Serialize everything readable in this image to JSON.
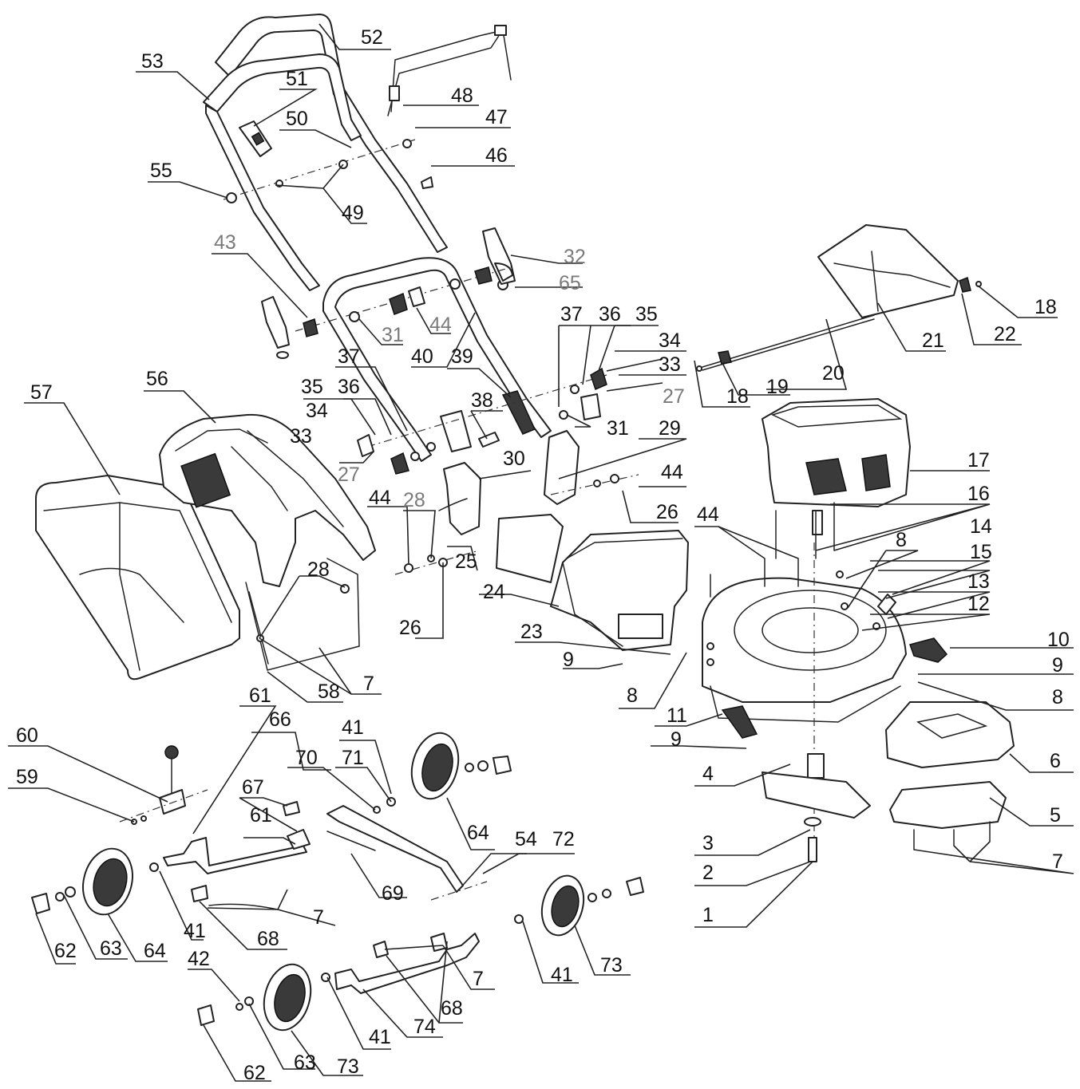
{
  "labels": [
    {
      "id": "l52",
      "text": "52"
    },
    {
      "id": "l53",
      "text": "53"
    },
    {
      "id": "l51",
      "text": "51"
    },
    {
      "id": "l48",
      "text": "48"
    },
    {
      "id": "l50",
      "text": "50"
    },
    {
      "id": "l47",
      "text": "47"
    },
    {
      "id": "l46",
      "text": "46"
    },
    {
      "id": "l55",
      "text": "55"
    },
    {
      "id": "l49",
      "text": "49"
    },
    {
      "id": "l43",
      "text": "43"
    },
    {
      "id": "l32",
      "text": "32"
    },
    {
      "id": "l65",
      "text": "65"
    },
    {
      "id": "l18a",
      "text": "18"
    },
    {
      "id": "l31a",
      "text": "31"
    },
    {
      "id": "l44a",
      "text": "44"
    },
    {
      "id": "l37a",
      "text": "37"
    },
    {
      "id": "l36a",
      "text": "36"
    },
    {
      "id": "l35a",
      "text": "35"
    },
    {
      "id": "l21",
      "text": "21"
    },
    {
      "id": "l22",
      "text": "22"
    },
    {
      "id": "l40",
      "text": "40"
    },
    {
      "id": "l39",
      "text": "39"
    },
    {
      "id": "l37b",
      "text": "37"
    },
    {
      "id": "l34a",
      "text": "34"
    },
    {
      "id": "l33a",
      "text": "33"
    },
    {
      "id": "l56",
      "text": "56"
    },
    {
      "id": "l57",
      "text": "57"
    },
    {
      "id": "l35b",
      "text": "35"
    },
    {
      "id": "l36b",
      "text": "36"
    },
    {
      "id": "l38",
      "text": "38"
    },
    {
      "id": "l27a",
      "text": "27"
    },
    {
      "id": "l18b",
      "text": "18"
    },
    {
      "id": "l19",
      "text": "19"
    },
    {
      "id": "l20",
      "text": "20"
    },
    {
      "id": "l34b",
      "text": "34"
    },
    {
      "id": "l33b",
      "text": "33"
    },
    {
      "id": "l31b",
      "text": "31"
    },
    {
      "id": "l29",
      "text": "29"
    },
    {
      "id": "l17",
      "text": "17"
    },
    {
      "id": "l27b",
      "text": "27"
    },
    {
      "id": "l30",
      "text": "30"
    },
    {
      "id": "l44b",
      "text": "44"
    },
    {
      "id": "l28a",
      "text": "28"
    },
    {
      "id": "l16",
      "text": "16"
    },
    {
      "id": "l44c",
      "text": "44"
    },
    {
      "id": "l26a",
      "text": "26"
    },
    {
      "id": "l44d",
      "text": "44"
    },
    {
      "id": "l25",
      "text": "25"
    },
    {
      "id": "l8a",
      "text": "8"
    },
    {
      "id": "l14",
      "text": "14"
    },
    {
      "id": "l15",
      "text": "15"
    },
    {
      "id": "l28b",
      "text": "28"
    },
    {
      "id": "l24",
      "text": "24"
    },
    {
      "id": "l13",
      "text": "13"
    },
    {
      "id": "l12",
      "text": "12"
    },
    {
      "id": "l26b",
      "text": "26"
    },
    {
      "id": "l23",
      "text": "23"
    },
    {
      "id": "l10",
      "text": "10"
    },
    {
      "id": "l9a",
      "text": "9"
    },
    {
      "id": "l9b",
      "text": "9"
    },
    {
      "id": "l7a",
      "text": "7"
    },
    {
      "id": "l58",
      "text": "58"
    },
    {
      "id": "l8b",
      "text": "8"
    },
    {
      "id": "l8c",
      "text": "8"
    },
    {
      "id": "l61a",
      "text": "61"
    },
    {
      "id": "l11",
      "text": "11"
    },
    {
      "id": "l66",
      "text": "66"
    },
    {
      "id": "l41a",
      "text": "41"
    },
    {
      "id": "l60",
      "text": "60"
    },
    {
      "id": "l9c",
      "text": "9"
    },
    {
      "id": "l70",
      "text": "70"
    },
    {
      "id": "l71",
      "text": "71"
    },
    {
      "id": "l6",
      "text": "6"
    },
    {
      "id": "l4",
      "text": "4"
    },
    {
      "id": "l59",
      "text": "59"
    },
    {
      "id": "l67",
      "text": "67"
    },
    {
      "id": "l61b",
      "text": "61"
    },
    {
      "id": "l5",
      "text": "5"
    },
    {
      "id": "l64a",
      "text": "64"
    },
    {
      "id": "l54",
      "text": "54"
    },
    {
      "id": "l72",
      "text": "72"
    },
    {
      "id": "l3",
      "text": "3"
    },
    {
      "id": "l2",
      "text": "2"
    },
    {
      "id": "l7b",
      "text": "7"
    },
    {
      "id": "l69",
      "text": "69"
    },
    {
      "id": "l7c",
      "text": "7"
    },
    {
      "id": "l1",
      "text": "1"
    },
    {
      "id": "l41b",
      "text": "41"
    },
    {
      "id": "l68a",
      "text": "68"
    },
    {
      "id": "l62a",
      "text": "62"
    },
    {
      "id": "l63a",
      "text": "63"
    },
    {
      "id": "l64b",
      "text": "64"
    },
    {
      "id": "l73a",
      "text": "73"
    },
    {
      "id": "l42",
      "text": "42"
    },
    {
      "id": "l7d",
      "text": "7"
    },
    {
      "id": "l41c",
      "text": "41"
    },
    {
      "id": "l68b",
      "text": "68"
    },
    {
      "id": "l41d",
      "text": "41"
    },
    {
      "id": "l74",
      "text": "74"
    },
    {
      "id": "l63b",
      "text": "63"
    },
    {
      "id": "l73b",
      "text": "73"
    },
    {
      "id": "l62b",
      "text": "62"
    }
  ],
  "colors": {
    "line": "#222222",
    "fill": "#ffffff",
    "dark": "#3a3a3a",
    "muted_label": "#7a7a7a"
  }
}
